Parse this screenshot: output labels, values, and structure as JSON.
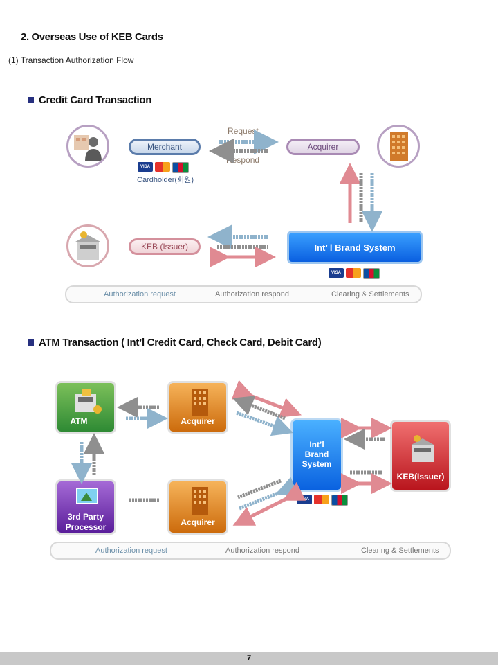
{
  "heading": "2. Overseas Use of KEB Cards",
  "subheading": "(1) Transaction Authorization Flow",
  "credit": {
    "section_title": "Credit Card Transaction",
    "merchant_label": "Merchant",
    "acquirer_label": "Acquirer",
    "request_label": "Request",
    "respond_label": "Respond",
    "cardholder_label": "Cardholder(회원)",
    "keb_label": "KEB (Issuer)",
    "brand_label": "Int’ l Brand System",
    "legend": {
      "auth_request": "Authorization request",
      "auth_respond": "Authorization respond",
      "clearing": "Clearing & Settlements"
    }
  },
  "atm": {
    "section_title": "ATM Transaction ( Int’l Credit Card, Check Card, Debit Card)",
    "atm_label": "ATM",
    "acquirer_top_label": "Acquirer",
    "acquirer_bottom_label": "Acquirer",
    "third_party_line1": "3rd Party",
    "third_party_line2": "Processor",
    "brand_line1": "Int’l",
    "brand_line2": "Brand",
    "brand_line3": "System",
    "keb_label": "KEB(Issuer)",
    "legend": {
      "auth_request": "Authorization request",
      "auth_respond": "Authorization respond",
      "clearing": "Clearing & Settlements"
    }
  },
  "card_brands": {
    "visa": "VISA",
    "mastercard": "Master",
    "jcb": "JCB"
  },
  "colors": {
    "request_arrow": "#8fb3cc",
    "respond_arrow": "#8f8f8f",
    "clearing_arrow": "#e08a92",
    "bullet": "#27307f"
  },
  "page_number": "7"
}
